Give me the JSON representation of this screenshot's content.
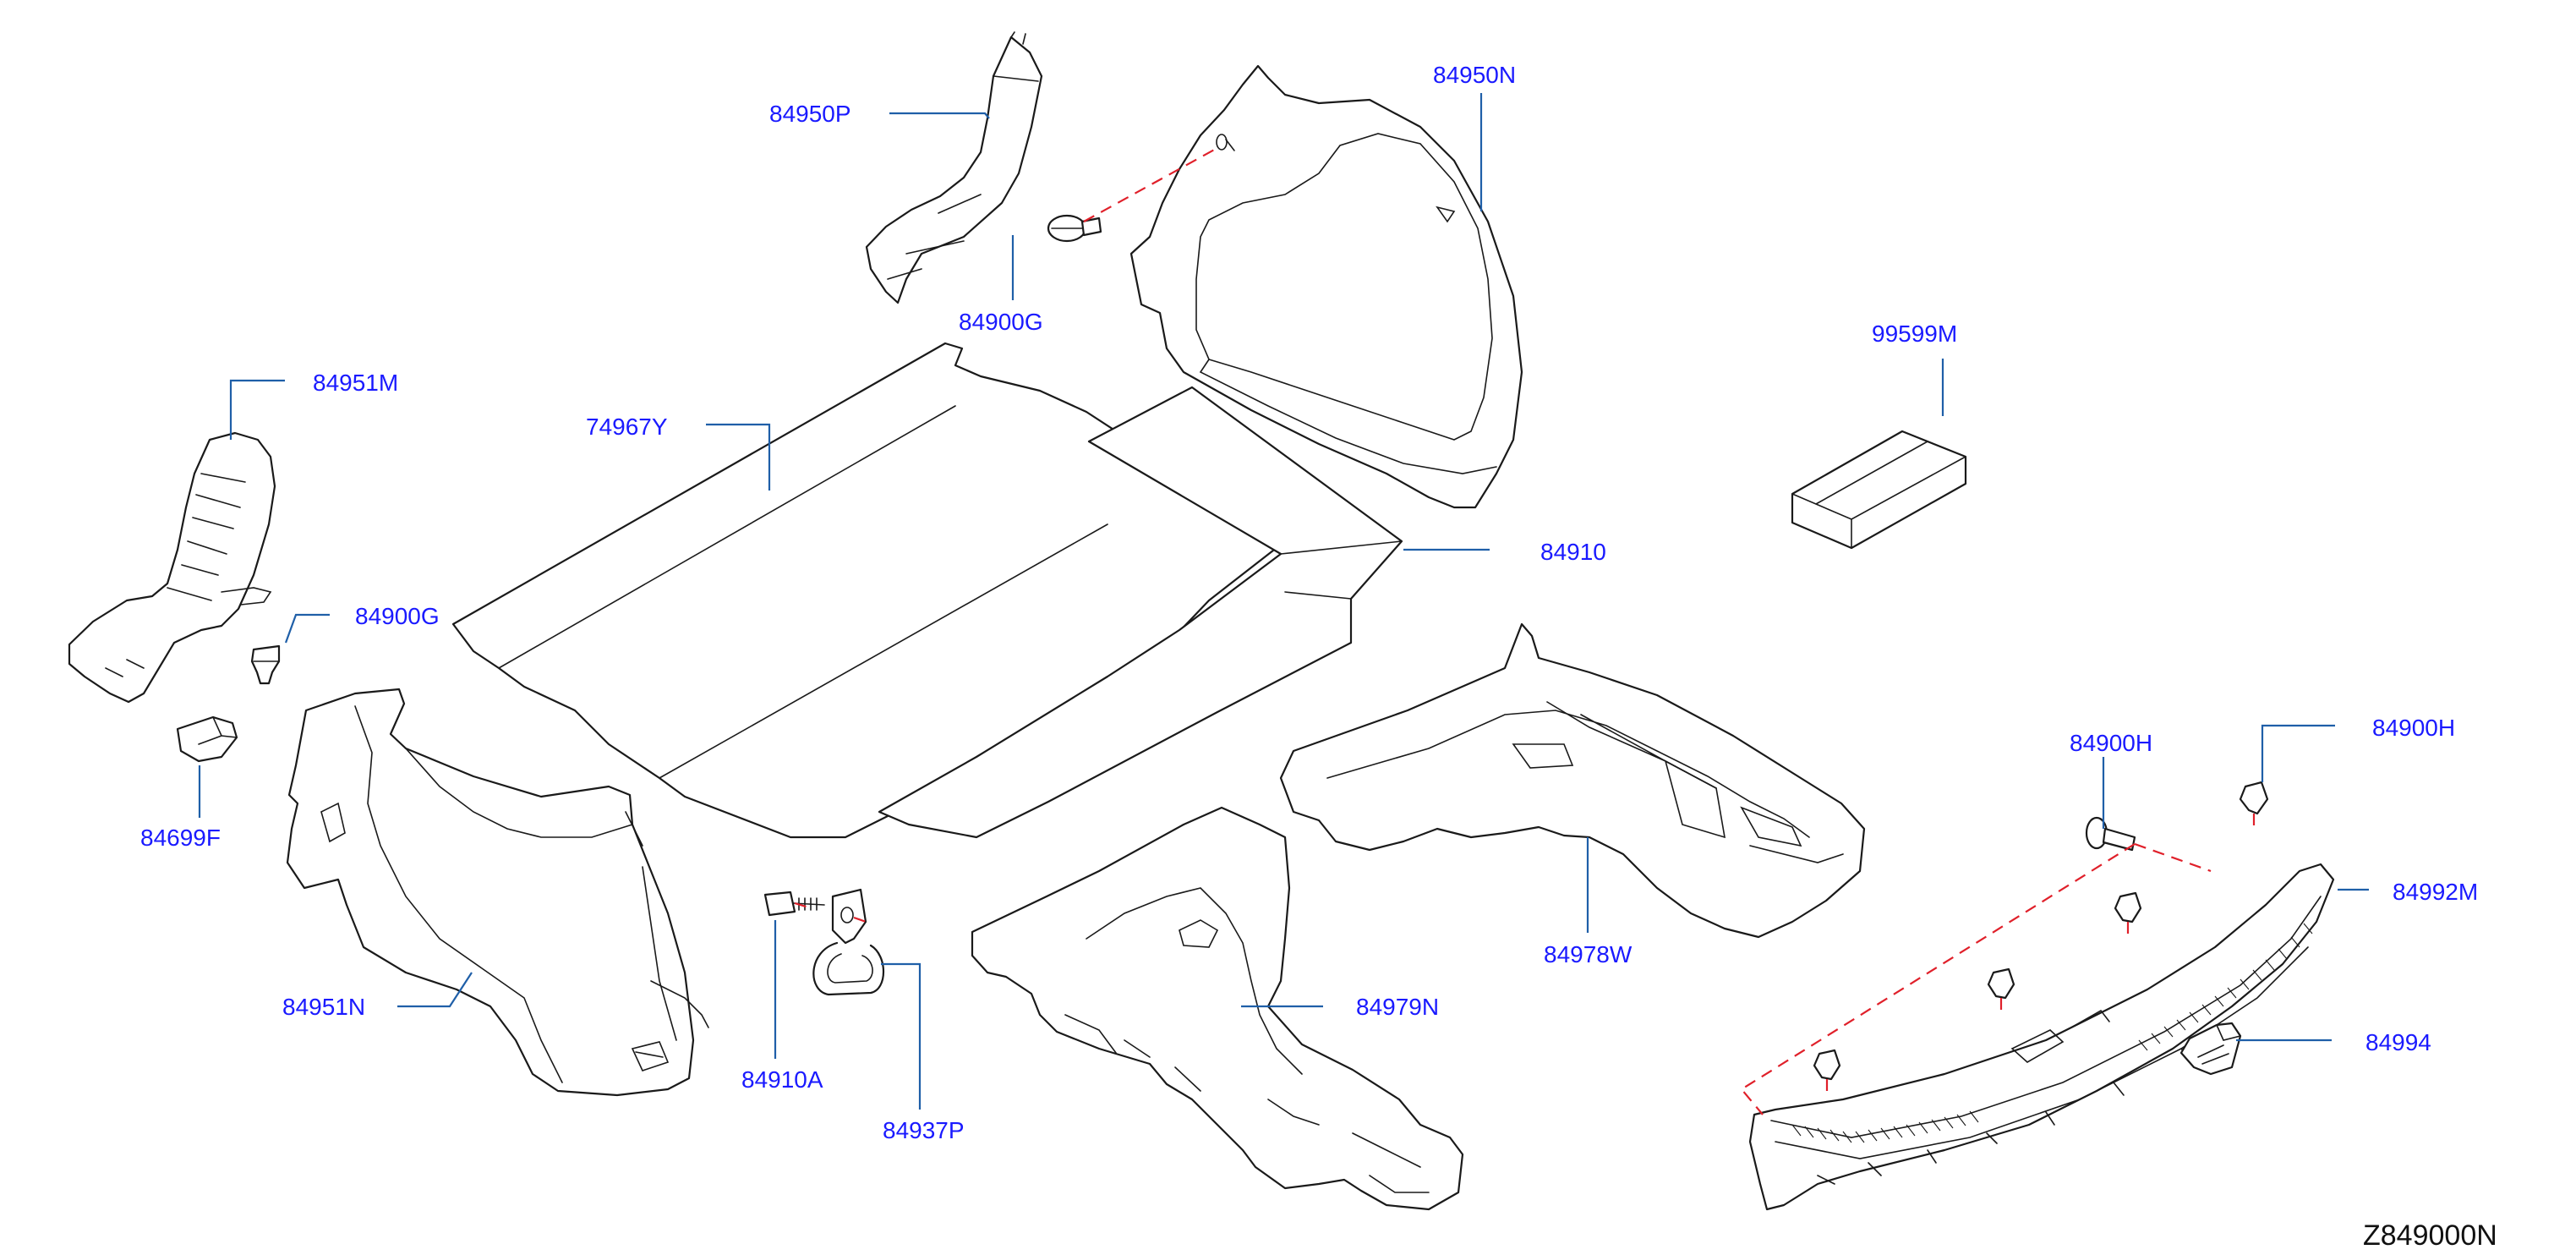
{
  "labels": {
    "p84950P": "84950P",
    "p84950N": "84950N",
    "p84900G_top": "84900G",
    "p99599M": "99599M",
    "p84951M": "84951M",
    "p74967Y": "74967Y",
    "p84910": "84910",
    "p84900G_left": "84900G",
    "p84699F": "84699F",
    "p84951N": "84951N",
    "p84910A": "84910A",
    "p84937P": "84937P",
    "p84979N": "84979N",
    "p84978W": "84978W",
    "p84900H_mid": "84900H",
    "p84900H_right": "84900H",
    "p84992M": "84992M",
    "p84994": "84994"
  },
  "diagram_code": "Z849000N",
  "colors": {
    "label_text": "#1a1aff",
    "leader_line": "#1f5fa8",
    "dashed_guide": "#e0202a",
    "part_outline": "#1a1a1a"
  }
}
